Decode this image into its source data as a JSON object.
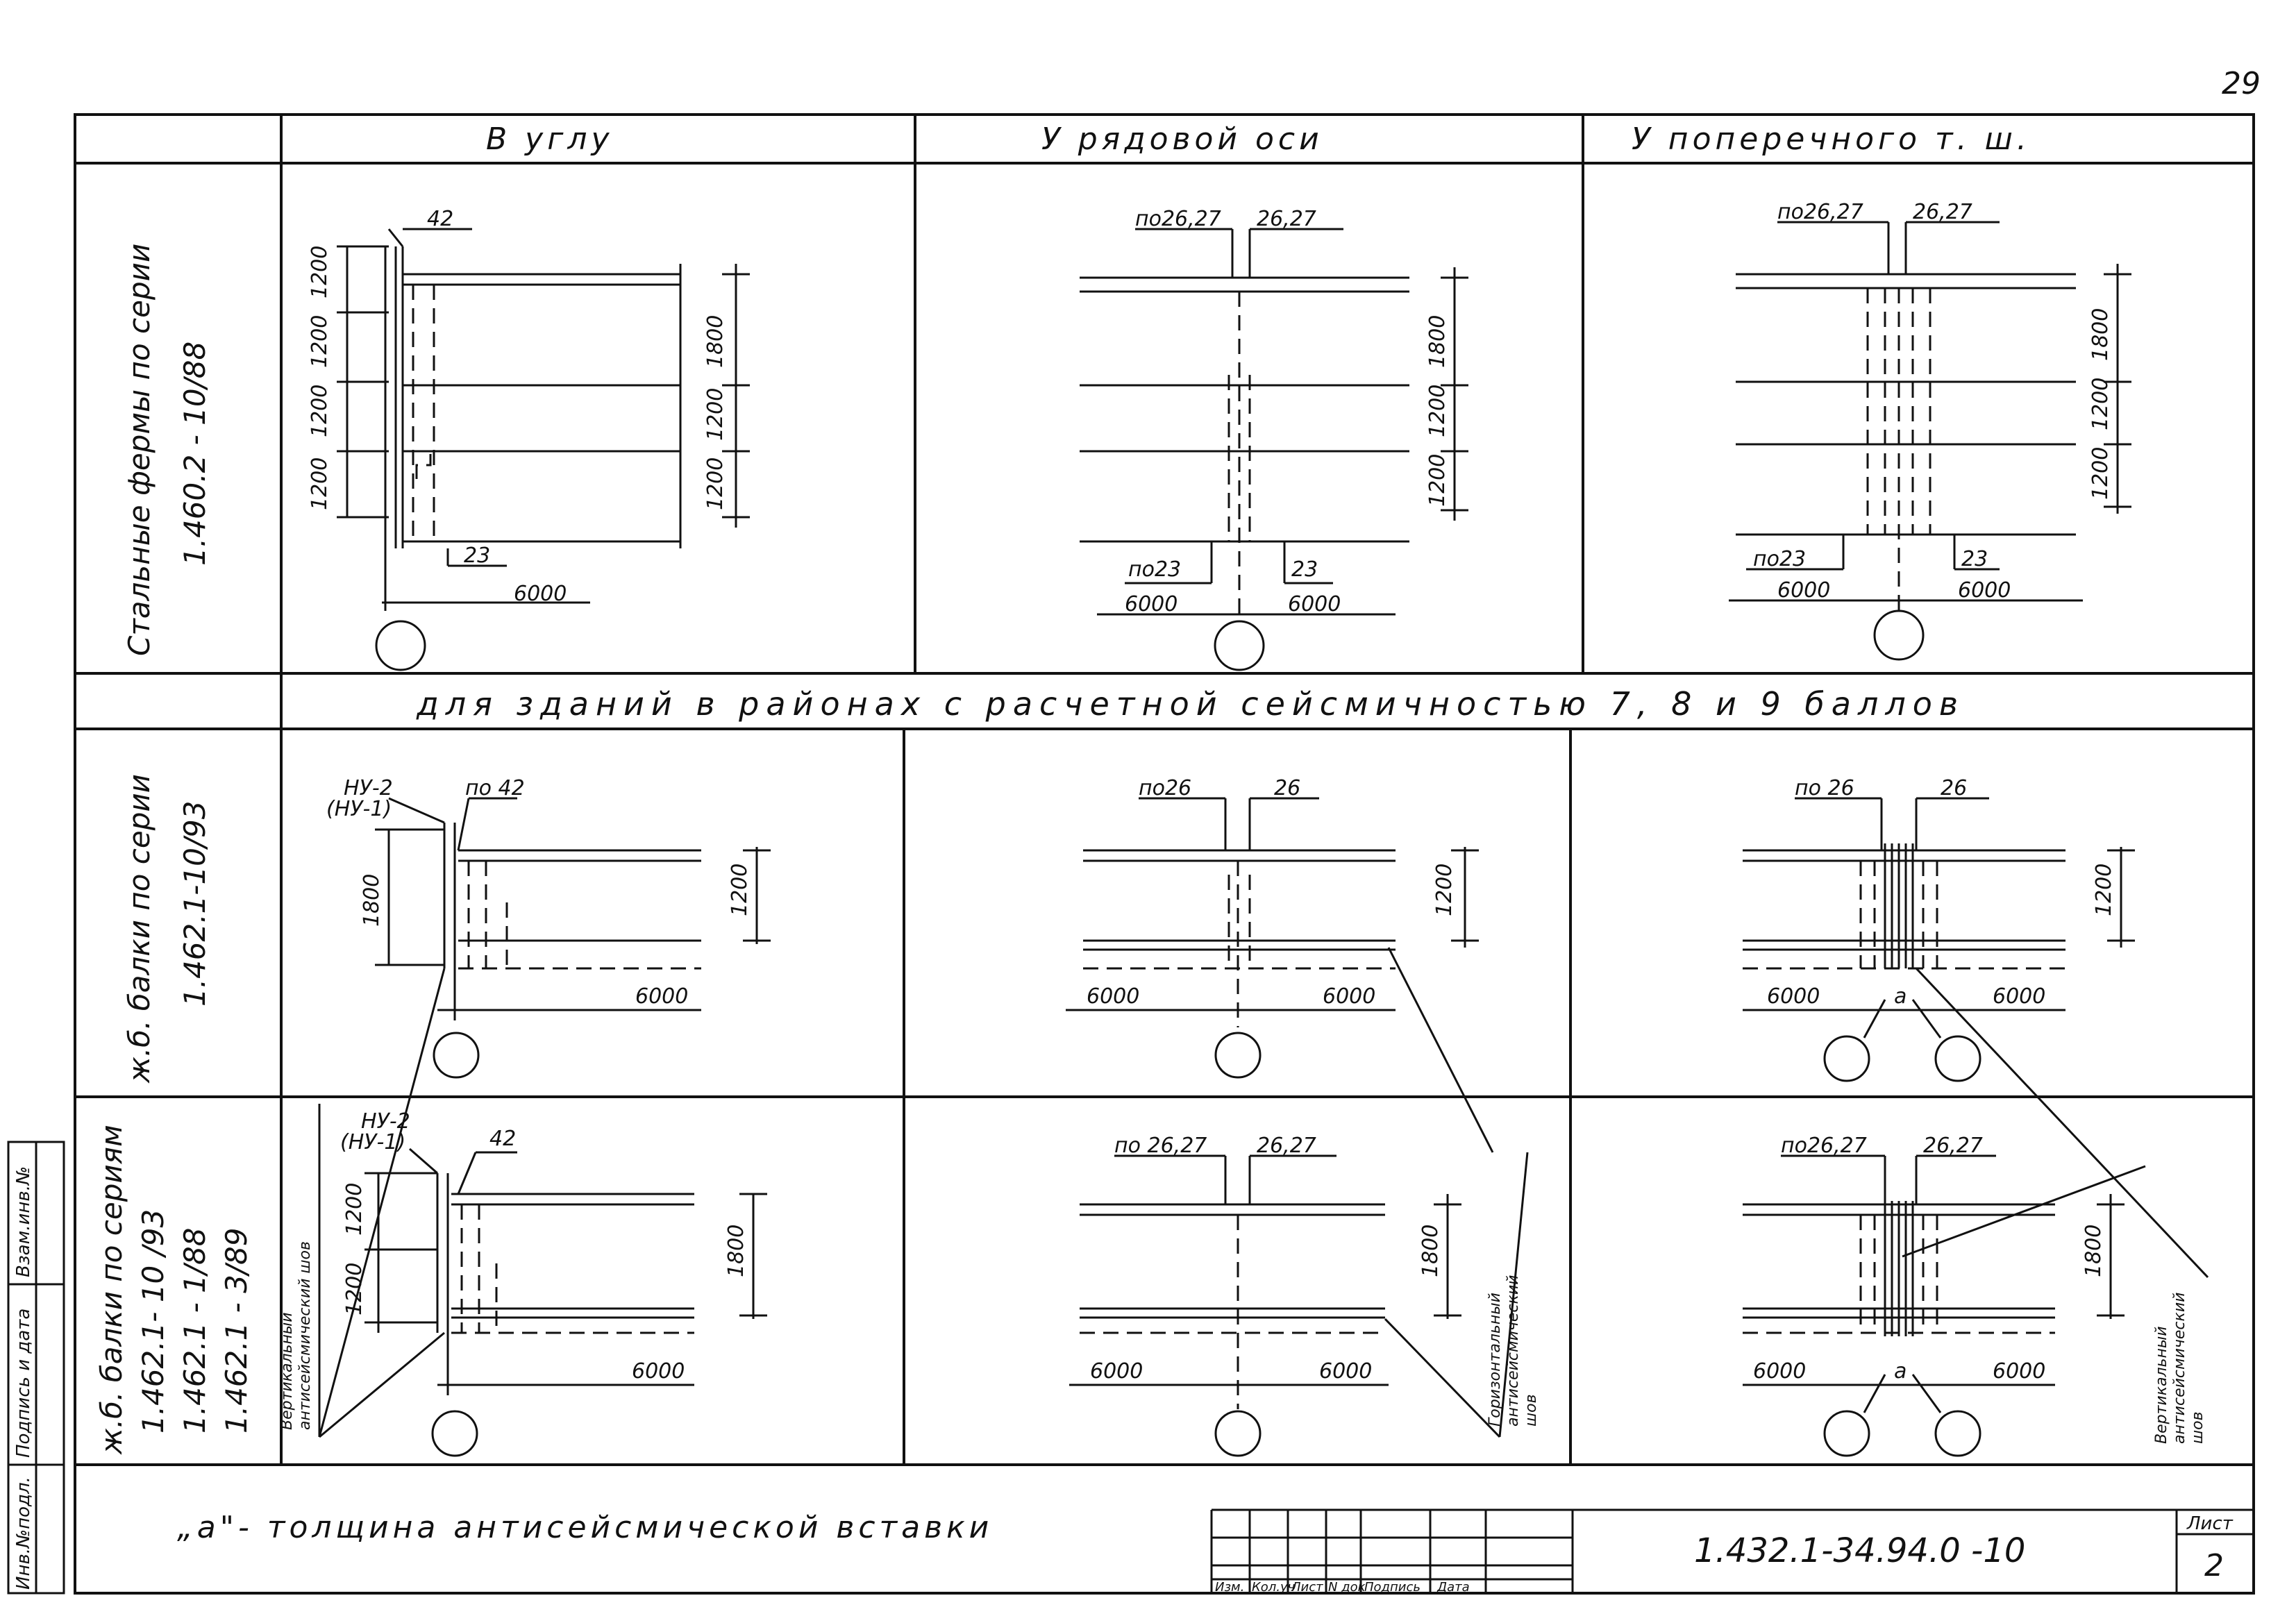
{
  "page_number": "29",
  "columns": [
    "В   углу",
    "У рядовой   оси",
    "У поперечного   т. ш."
  ],
  "band": "для   зданий   в районах   с   расчетной   сейсмичностью   7, 8 и 9 баллов",
  "row_labels": {
    "r1": [
      "Стальные фермы по серии",
      "1.460.2 - 10/88"
    ],
    "r2": [
      "ж.б. балки по серии",
      "1.462.1-10/93"
    ],
    "r3": [
      "ж.б. балки по сериям",
      "1.462.1- 10 /93",
      "1.462.1 - 1/88",
      "1.462.1 - 3/89"
    ]
  },
  "row1": {
    "c1": {
      "d42": "42",
      "d23": "23",
      "d6000": "6000",
      "h1200a": "1200",
      "h1200b": "1200",
      "h1200c": "1200",
      "h1200d": "1200",
      "r1800": "1800",
      "r1200a": "1200",
      "r1200b": "1200"
    },
    "c2": {
      "l1": "по26,27",
      "l2": "26,27",
      "b1": "по23",
      "b2": "23",
      "s1": "6000",
      "s2": "6000",
      "r1800": "1800",
      "r1200a": "1200",
      "r1200b": "1200"
    },
    "c3": {
      "l1": "по26,27",
      "l2": "26,27",
      "b1": "по23",
      "b2": "23",
      "s1": "6000",
      "s2": "6000",
      "r1800": "1800",
      "r1200a": "1200",
      "r1200b": "1200"
    }
  },
  "row2": {
    "c1": {
      "nu": "НУ-2",
      "nu2": "(НУ-1)",
      "p42": "по 42",
      "h1800": "1800",
      "r1200": "1200",
      "s": "6000"
    },
    "c2": {
      "l1": "по26",
      "l2": "26",
      "r1200": "1200",
      "s1": "6000",
      "s2": "6000"
    },
    "c3": {
      "l1": "по 26",
      "l2": "26",
      "r1200": "1200",
      "s1": "6000",
      "s2": "6000",
      "a": "а"
    }
  },
  "row3": {
    "c1": {
      "nu": "НУ-2",
      "nu2": "(НУ-1)",
      "d42": "42",
      "h1200a": "1200",
      "h1200b": "1200",
      "r1800": "1800",
      "s": "6000",
      "seam": [
        "Вертикальный",
        "антисейсмический шов"
      ]
    },
    "c2": {
      "l1": "по 26,27",
      "l2": "26,27",
      "r1800": "1800",
      "s1": "6000",
      "s2": "6000",
      "seam": [
        "Горизонтальный",
        "антисейсмический",
        "шов"
      ]
    },
    "c3": {
      "l1": "по26,27",
      "l2": "26,27",
      "r1800": "1800",
      "s1": "6000",
      "s2": "6000",
      "a": "а",
      "seam": [
        "Вертикальный",
        "антисейсмический",
        "шов"
      ]
    }
  },
  "note": "„а\"- толщина   антисейсмической   вставки",
  "stamp": {
    "cols": [
      "Изм.",
      "Кол.уч",
      "Лист",
      "N док",
      "Подпись",
      "Дата"
    ],
    "code": "1.432.1-34.94.0 -10",
    "sheet_label": "Лист",
    "sheet": "2"
  },
  "margin_labels": [
    "Инв.№подл.",
    "Подпись и дата",
    "Взам.инв.№"
  ]
}
